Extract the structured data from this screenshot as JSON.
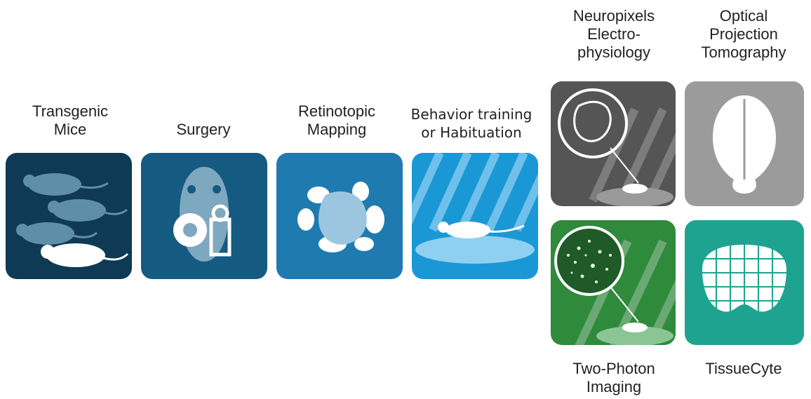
{
  "steps": [
    {
      "id": "transgenic",
      "lines": [
        "Transgenic",
        "Mice"
      ],
      "icon": "mice-icon",
      "color": "#0e3a55"
    },
    {
      "id": "surgery",
      "lines": [
        "Surgery"
      ],
      "icon": "surgery-head-icon",
      "color": "#155a80"
    },
    {
      "id": "retinotopic",
      "lines": [
        "Retinotopic",
        "Mapping"
      ],
      "icon": "cortex-map-icon",
      "color": "#1f7ab0"
    },
    {
      "id": "behavior",
      "lines": [
        "Behavior training",
        "or Habituation"
      ],
      "icon": "mouse-on-platform-icon",
      "color": "#1a98d5"
    },
    {
      "id": "neuropixels",
      "lines": [
        "Neuropixels",
        "Electro-",
        "physiology"
      ],
      "icon": "probe-brain-icon",
      "color": "#555555"
    },
    {
      "id": "opt",
      "lines": [
        "Optical",
        "Projection",
        "Tomography"
      ],
      "icon": "brain-silhouette-icon",
      "color": "#9b9b9b"
    },
    {
      "id": "twophoton",
      "lines": [
        "Two-Photon",
        "Imaging"
      ],
      "icon": "neurons-magnifier-icon",
      "color": "#2f8a3c"
    },
    {
      "id": "tissuecyte",
      "lines": [
        "TissueCyte"
      ],
      "icon": "brain-section-grid-icon",
      "color": "#1fa391"
    }
  ]
}
